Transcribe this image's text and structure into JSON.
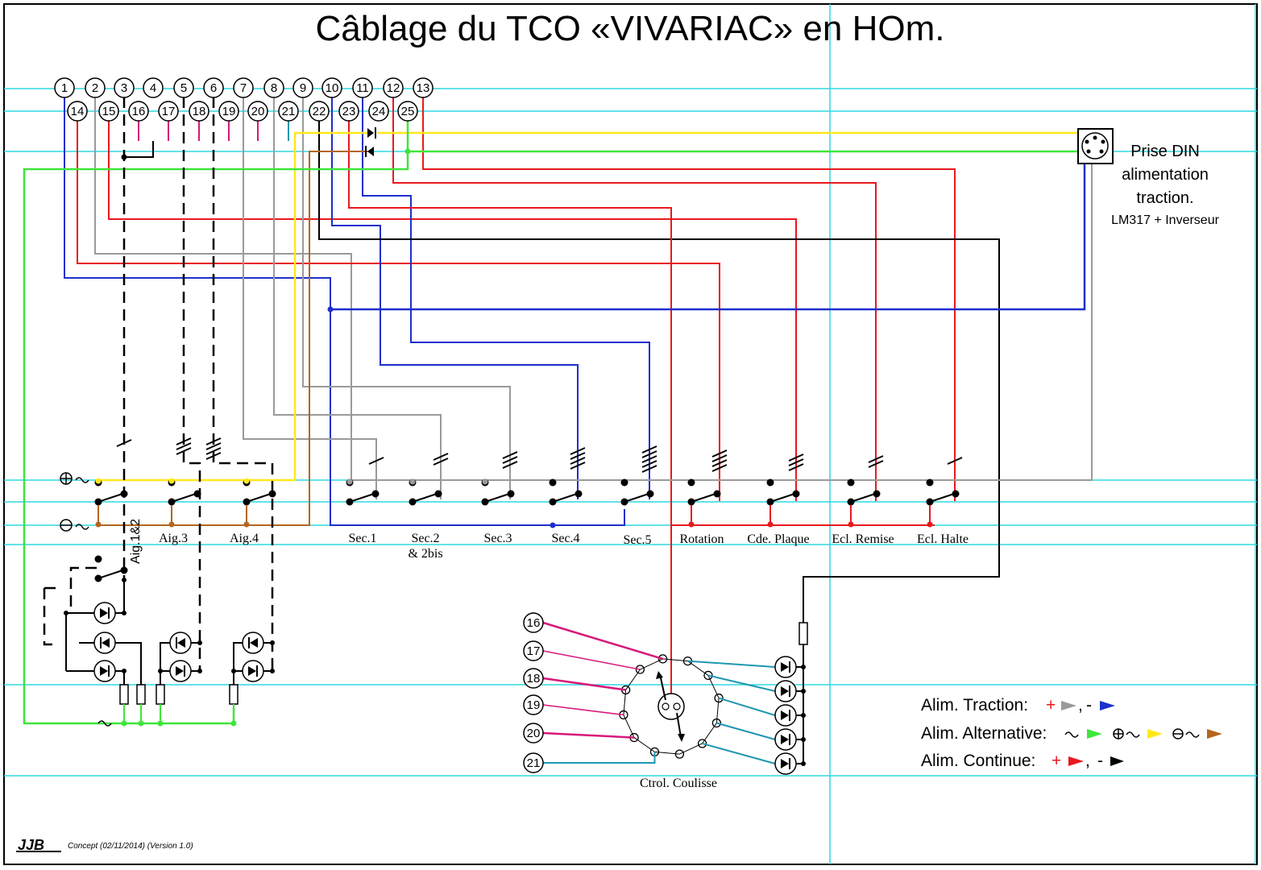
{
  "title": "Câblage du TCO «VIVARIAC» en HOm.",
  "terminals_top": [
    "1",
    "2",
    "3",
    "4",
    "5",
    "6",
    "7",
    "8",
    "9",
    "10",
    "11",
    "12",
    "13"
  ],
  "terminals_bottom": [
    "14",
    "15",
    "16",
    "17",
    "18",
    "19",
    "20",
    "21",
    "22",
    "23",
    "24",
    "25"
  ],
  "din": {
    "line1": "Prise DIN",
    "line2": "alimentation",
    "line3": "traction.",
    "line4": "LM317 + Inverseur"
  },
  "switch_labels": {
    "aig12": "Aig.1&2",
    "aig3": "Aig.3",
    "aig4": "Aig.4",
    "sec1": "Sec.1",
    "sec2": "Sec.2",
    "sec2b": "& 2bis",
    "sec3": "Sec.3",
    "sec4": "Sec.4",
    "sec5": "Sec.5",
    "rotation": "Rotation",
    "cde": "Cde. Plaque",
    "remise": "Ecl. Remise",
    "halte": "Ecl. Halte"
  },
  "coulisse": {
    "label": "Ctrol. Coulisse",
    "terminals": [
      "16",
      "17",
      "18",
      "19",
      "20",
      "21"
    ]
  },
  "legend": {
    "traction": "Alim. Traction:",
    "alternative": "Alim. Alternative:",
    "continue": "Alim. Continue:",
    "plus": "+",
    "minus": "-",
    "comma": ","
  },
  "footer": {
    "logo": "JJB",
    "text": "Concept  (02/11/2014)    (Version 1.0)"
  },
  "colors": {
    "red": "#e8191e",
    "blue": "#1d2fcc",
    "green": "#3ee63a",
    "yellow": "#ffff1a",
    "gray": "#9a9a9a",
    "brown": "#b5651d",
    "black": "#000000",
    "cyan": "#2fd9e0",
    "magenta": "#d6197a",
    "teal": "#1f97b0"
  }
}
